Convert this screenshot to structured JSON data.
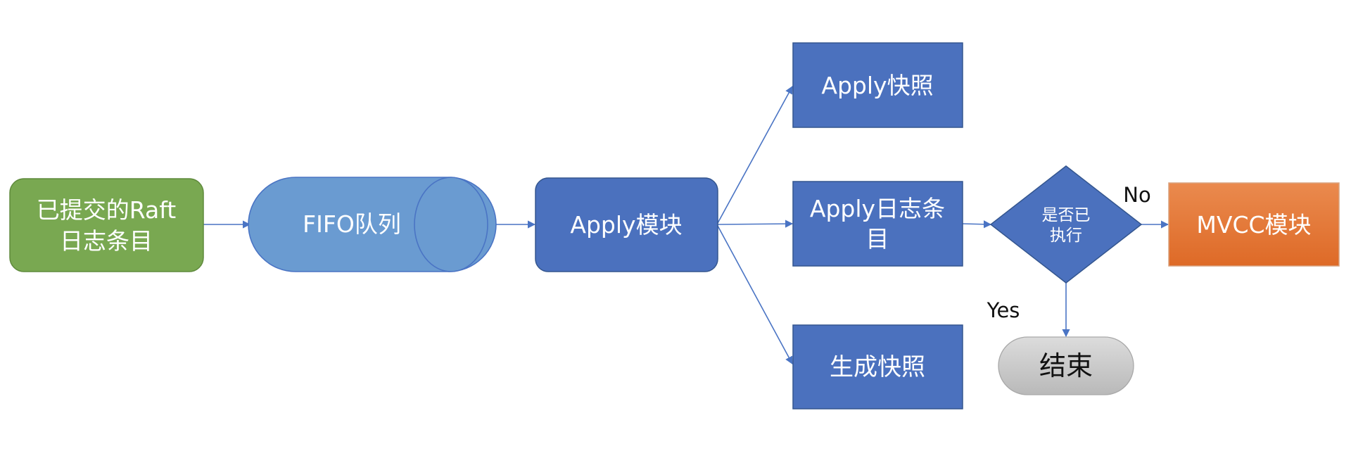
{
  "nodes": {
    "committed_log": {
      "line1": "已提交的Raft",
      "line2": "日志条目"
    },
    "fifo_queue": {
      "label": "FIFO队列"
    },
    "apply_module": {
      "label": "Apply模块"
    },
    "apply_snapshot": {
      "label": "Apply快照"
    },
    "apply_log_entry": {
      "line1": "Apply日志条",
      "line2": "目"
    },
    "generate_snapshot": {
      "label": "生成快照"
    },
    "executed_decision": {
      "line1": "是否已",
      "line2": "执行"
    },
    "mvcc_module": {
      "label": "MVCC模块"
    },
    "end": {
      "label": "结束"
    }
  },
  "edge_labels": {
    "no": "No",
    "yes": "Yes"
  },
  "colors": {
    "green": "#79a851",
    "cylinder": "#6a9bd1",
    "blue": "#4b71be",
    "orange": "#e4793a",
    "gray": "#c8c8c8",
    "line": "#4a74c4"
  }
}
